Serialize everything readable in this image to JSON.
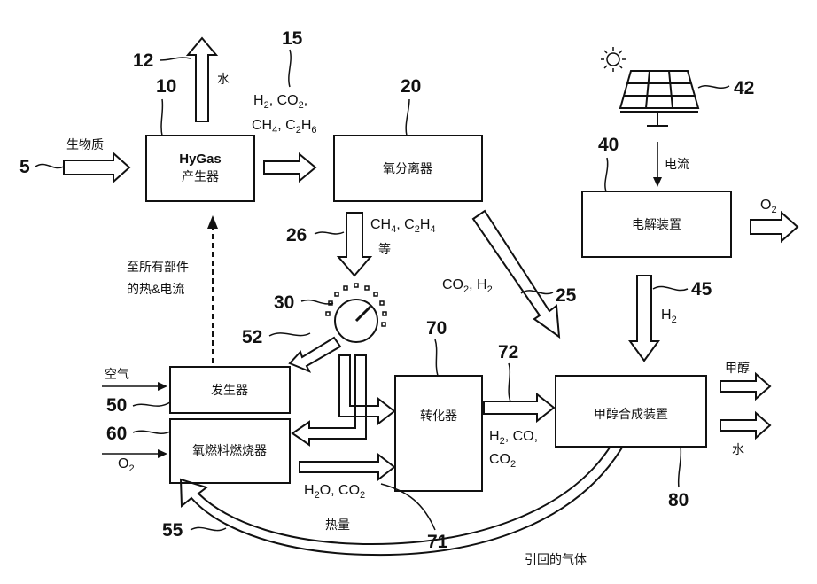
{
  "boxes": {
    "hygas_line1": "HyGas",
    "hygas_line2": "产生器",
    "separator": "氧分离器",
    "electrolyzer": "电解装置",
    "generator": "发生器",
    "burner": "氧燃料燃烧器",
    "reformer": "转化器",
    "synthesis": "甲醇合成装置"
  },
  "labels": {
    "biomass": "生物质",
    "water_top": "水",
    "current": "电流",
    "air": "空气",
    "to_all_line1": "至所有部件",
    "to_all_line2": "的热&电流",
    "etc": "等",
    "heat": "热量",
    "recycle_gas": "引回的气体",
    "methanol": "甲醇",
    "water_out": "水"
  },
  "refs": {
    "r5": "5",
    "r10": "10",
    "r12": "12",
    "r15": "15",
    "r20": "20",
    "r25": "25",
    "r26": "26",
    "r30": "30",
    "r40": "40",
    "r42": "42",
    "r45": "45",
    "r50": "50",
    "r52": "52",
    "r55": "55",
    "r60": "60",
    "r70": "70",
    "r71": "71",
    "r72": "72",
    "r80": "80"
  },
  "gases": {
    "g15_l1_a": "H",
    "g15_l1_s1": "2",
    "g15_l1_b": ", CO",
    "g15_l1_s2": "2",
    "g15_l1_c": ",",
    "g15_l2_a": "CH",
    "g15_l2_s1": "4",
    "g15_l2_b": ", C",
    "g15_l2_s2": "2",
    "g15_l2_c": "H",
    "g15_l2_s3": "6",
    "g26_a": "CH",
    "g26_s1": "4",
    "g26_b": ", C",
    "g26_s2": "2",
    "g26_c": "H",
    "g26_s3": "4",
    "g25_a": "CO",
    "g25_s1": "2",
    "g25_b": ", H",
    "g25_s2": "2",
    "o2_a": "O",
    "o2_s": "2",
    "h2_a": "H",
    "h2_s": "2",
    "g72_l1_a": "H",
    "g72_l1_s": "2",
    "g72_l1_b": ", CO,",
    "g72_l2_a": "CO",
    "g72_l2_s": "2",
    "h2o_a": "H",
    "h2o_s1": "2",
    "h2o_b": "O, CO",
    "h2o_s2": "2",
    "o2in_a": "O",
    "o2in_s": "2"
  }
}
